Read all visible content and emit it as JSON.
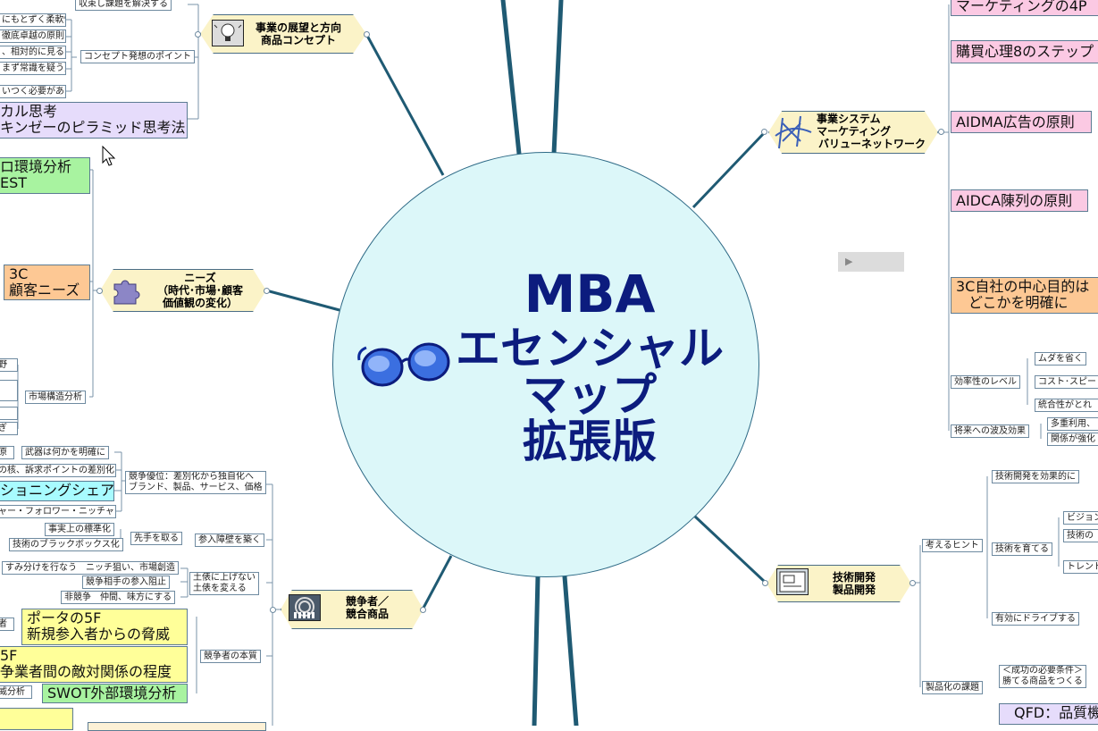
{
  "center": {
    "line1": "MBA",
    "line2": "エセンシャル",
    "line3": "マップ",
    "line4": "拡張版"
  },
  "top_left": {
    "solve": "収束し課題を解決する",
    "item1": "にもとずく柔軟性",
    "item2": "徹底卓越の原則",
    "item3": "、相対的に見る",
    "item4": "まず常識を疑う）",
    "item5": "いつく必要がある",
    "concept_point": "コンセプト発想のポイント",
    "logic_line1": "カル思考",
    "logic_line2": "キンゼーのピラミッド思考法",
    "hex_line1": "事業の展望と方向",
    "hex_line2": "商品コンセプト"
  },
  "needs": {
    "macro_line1": "ロ環境分析",
    "macro_line2": "EST",
    "c3_line1": "3C",
    "c3_line2": "顧客ニーズ",
    "hex_line1": "ニーズ",
    "hex_line2": "（時代･市場･顧客",
    "hex_line3": "価値観の変化）",
    "frag1": "野",
    "frag2": "ぎ",
    "market": "市場構造分析"
  },
  "competitors": {
    "src": "原",
    "weapon": "武器は何かを明確に",
    "core": "の核、訴求ポイントの差別化",
    "advantage_line1": "競争優位：差別化から独自化へ",
    "advantage_line2": "ブランド、製品、サービス、価格",
    "position": "ショニングシェア",
    "follower": "ャー・フォロワー・ニッチャー",
    "de_facto": "事実上の標準化",
    "first": "先手を取る",
    "black_box": "技術のブラックボックス化",
    "barrier": "参入障壁を築く",
    "niche": "すみ分けを行なう　ニッチ狙い、市場創造",
    "block": "競争相手の参入阻止",
    "noncomp": "非競争　仲間、味方にする",
    "change_line1": "土俵に上げない",
    "change_line2": "土俵を変える",
    "hex_line1": "競争者／",
    "hex_line2": "競合商品",
    "s_frag": "者",
    "porter1_line1": "ポータの5F",
    "porter1_line2": "新規参入者からの脅威",
    "porter2_line1": "5F",
    "porter2_line2": "争業者間の敵対関係の程度",
    "essence": "競争者の本質",
    "threat": "威分析",
    "swot": "SWOT外部環境分析"
  },
  "business": {
    "hex_line1": "事業システム",
    "hex_line2": "マーケティング",
    "hex_line3": "バリューネットワーク",
    "p4": "マーケティングの4P",
    "step8": "購買心理8のステップ",
    "aidma": "AIDMA広告の原則",
    "aidca": "AIDCA陳列の原則",
    "c3_line1": "3C自社の中心目的は",
    "c3_line2": "どこかを明確に",
    "efficiency": "効率性のレベル",
    "muda": "ムダを省く",
    "cost": "コスト･スピード",
    "integ": "統合性がとれ",
    "ripple": "将来への波及効果",
    "multi": "多重利用、",
    "relation": "関係が強化",
    "play": "▶"
  },
  "tech": {
    "hex_line1": "技術開発",
    "hex_line2": "製品開発",
    "hints": "考えるヒント",
    "effective": "技術開発を効果的に",
    "grow": "技術を育てる",
    "vision": "ビジョン",
    "tech_of": "技術の",
    "trend": "トレンド",
    "drive": "有効にドライブする",
    "productize": "製品化の課題",
    "success_line1": "＜成功の必要条件＞",
    "success_line2": "勝てる商品をつくる",
    "qfd": "QFD：品質機"
  }
}
